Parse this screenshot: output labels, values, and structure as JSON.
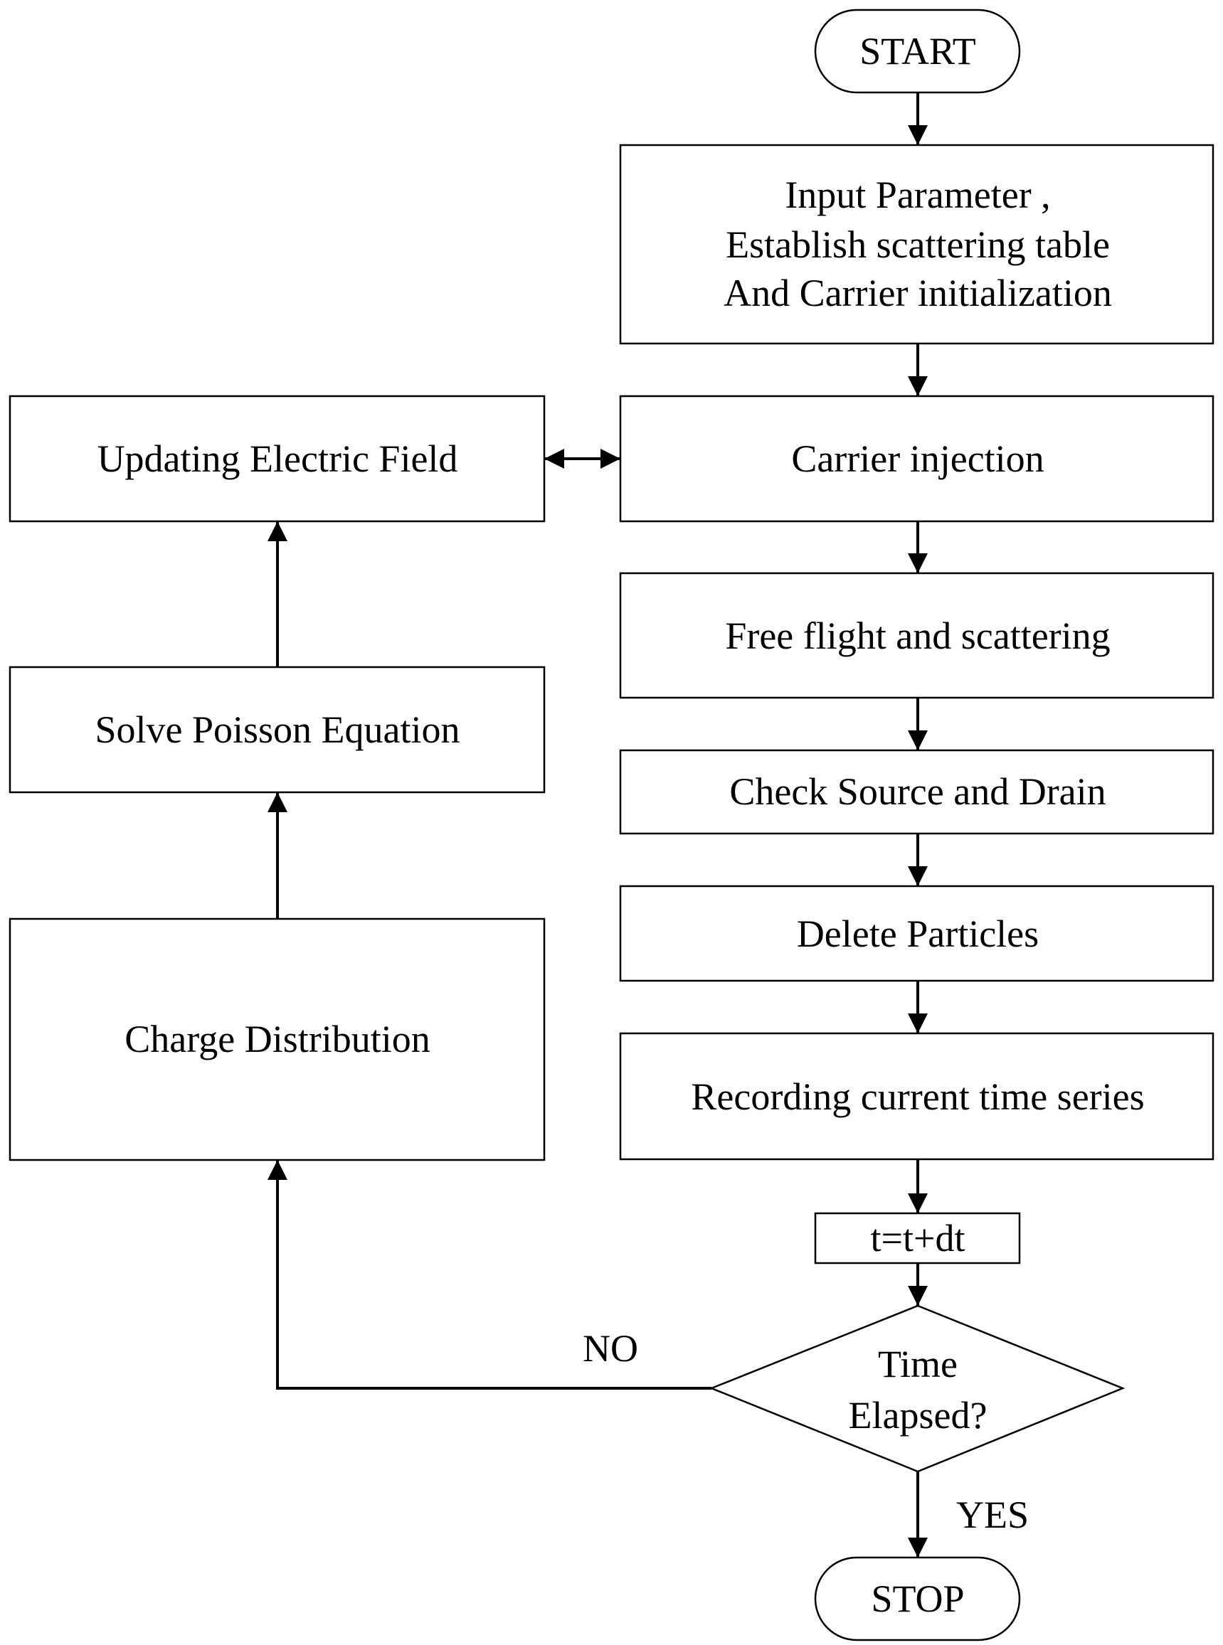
{
  "nodes": {
    "start": "START",
    "input_line1": "Input Parameter ,",
    "input_line2": "Establish scattering table",
    "input_line3": "And  Carrier initialization",
    "carrier_injection": "Carrier injection",
    "free_flight": "Free flight and scattering",
    "check_source_drain": "Check Source and Drain",
    "delete_particles": "Delete Particles",
    "recording": "Recording current time series",
    "time_step": "t=t+dt",
    "decision_line1": "Time",
    "decision_line2": "Elapsed?",
    "stop": "STOP",
    "updating_field": "Updating Electric Field",
    "solve_poisson": "Solve Poisson Equation",
    "charge_distribution": "Charge Distribution"
  },
  "edges": {
    "no_label": "NO",
    "yes_label": "YES"
  }
}
